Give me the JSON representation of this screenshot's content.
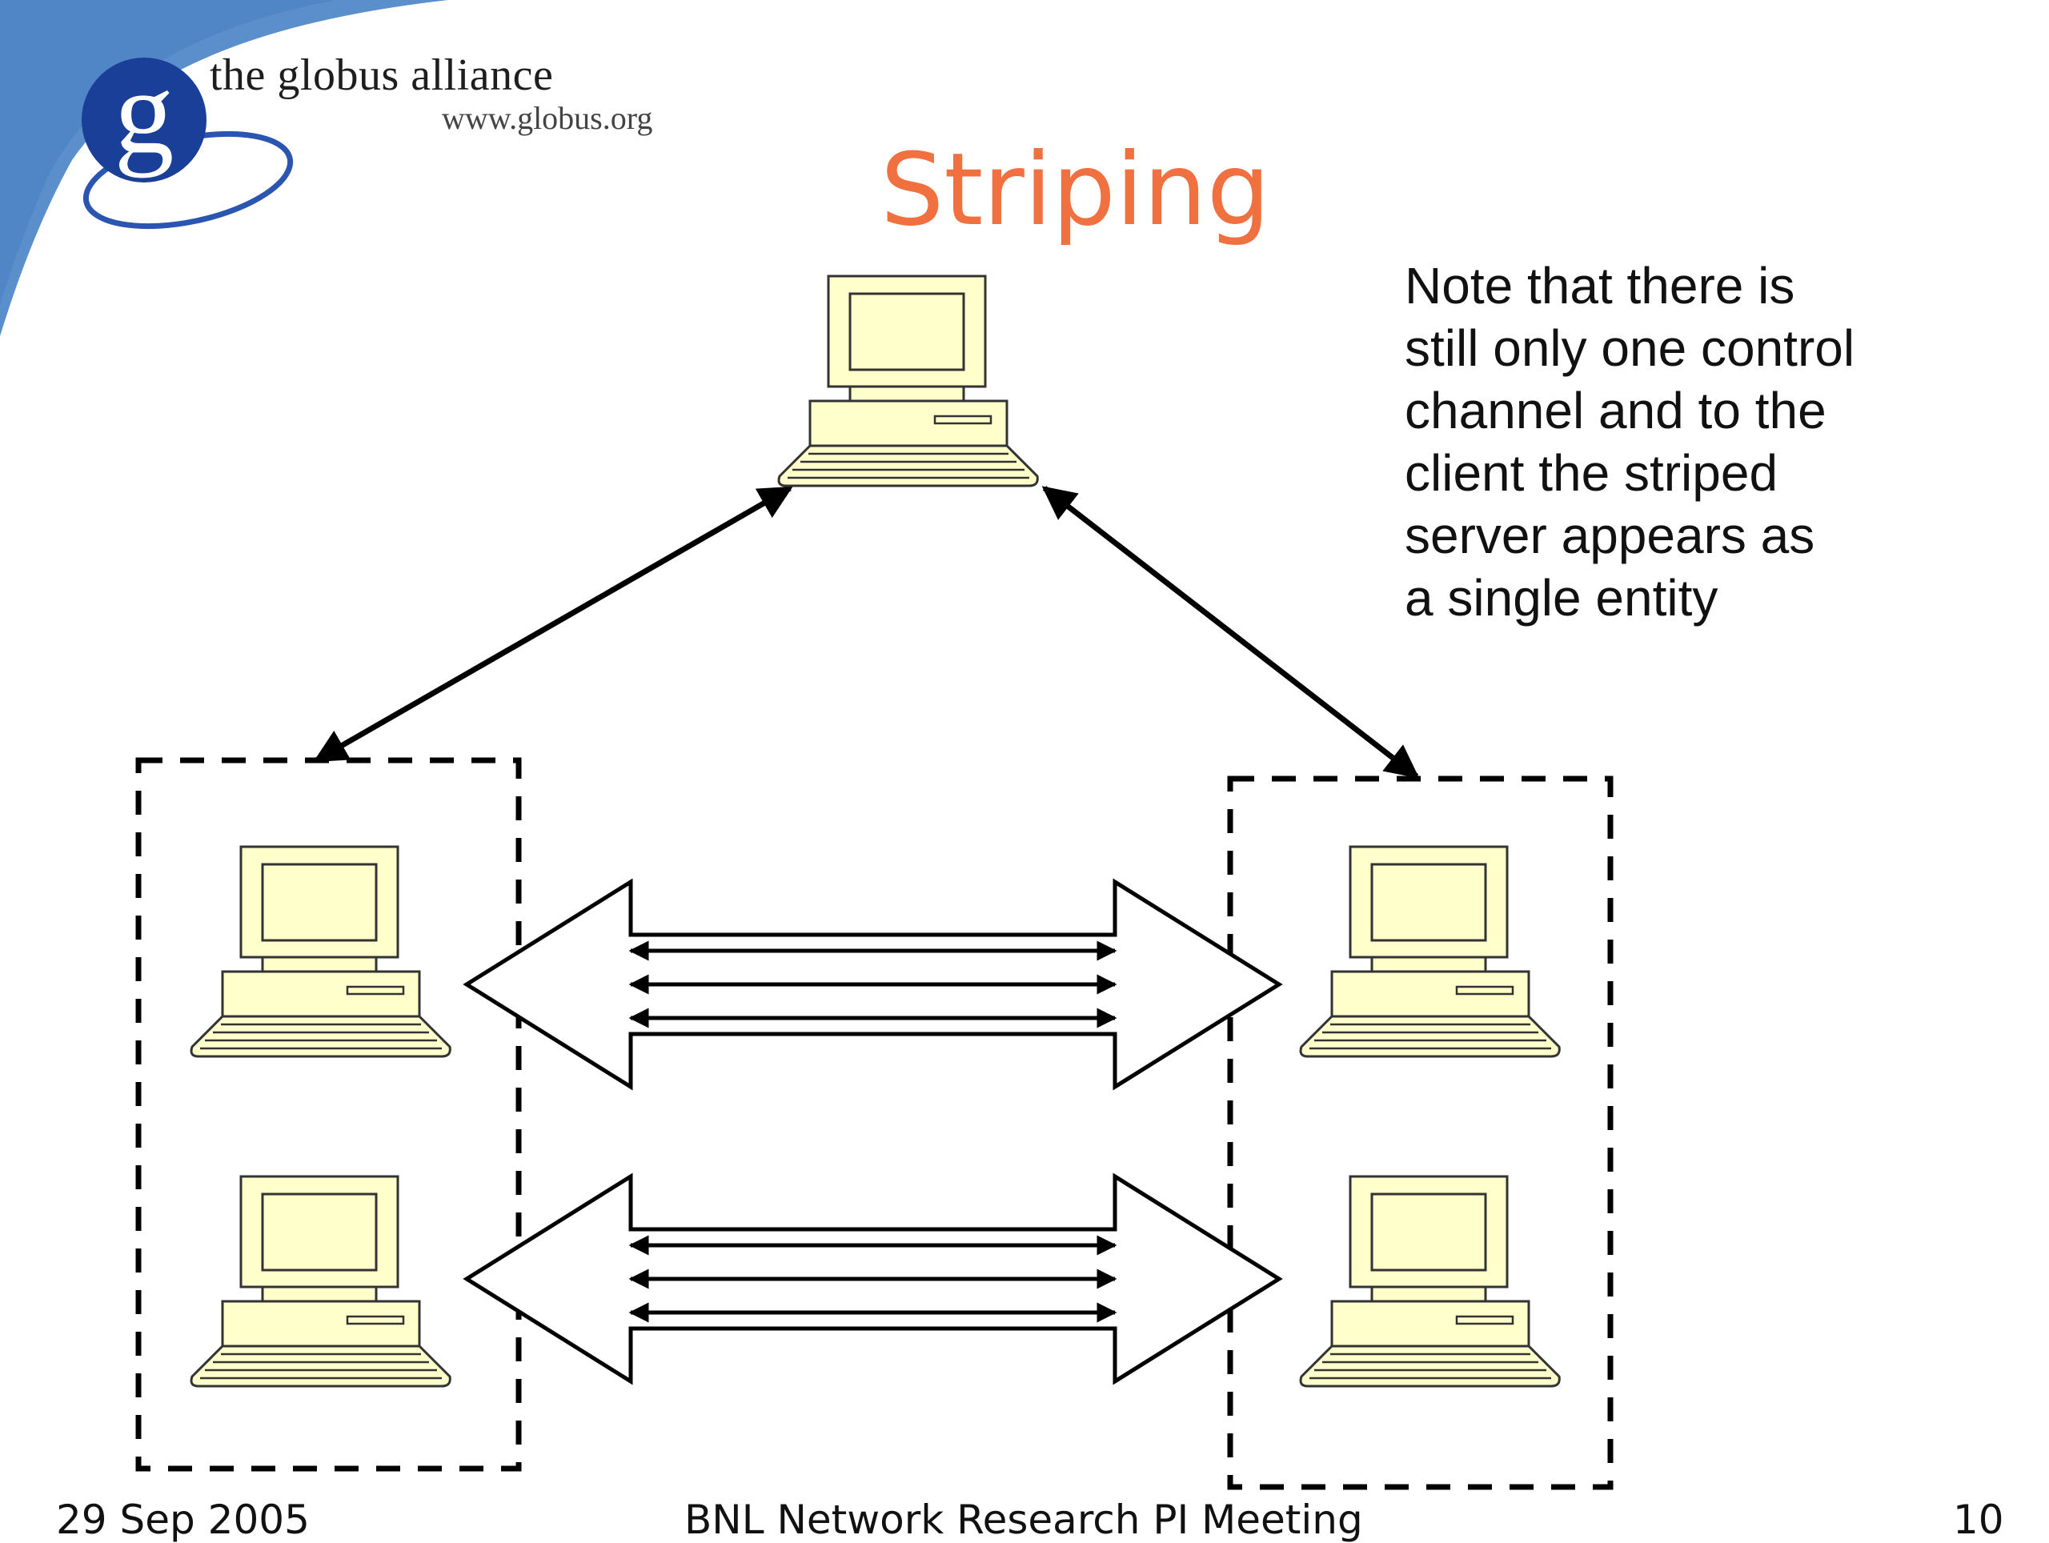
{
  "logo": {
    "org_name": "the globus alliance",
    "url": "www.globus.org",
    "letter": "g"
  },
  "slide": {
    "title": "Striping",
    "note_lines": [
      "Note that there is",
      "still only one control",
      "channel and to the",
      "client the striped",
      "server appears as",
      "a single entity"
    ]
  },
  "footer": {
    "date": "29 Sep 2005",
    "event": "BNL Network Research PI Meeting",
    "page": "10"
  },
  "colors": {
    "title": "#f07040",
    "logo_blue": "#1a3f99",
    "swoosh_blue": "#5a8fcc",
    "computer_fill": "#ffffcc",
    "line": "#000000"
  }
}
